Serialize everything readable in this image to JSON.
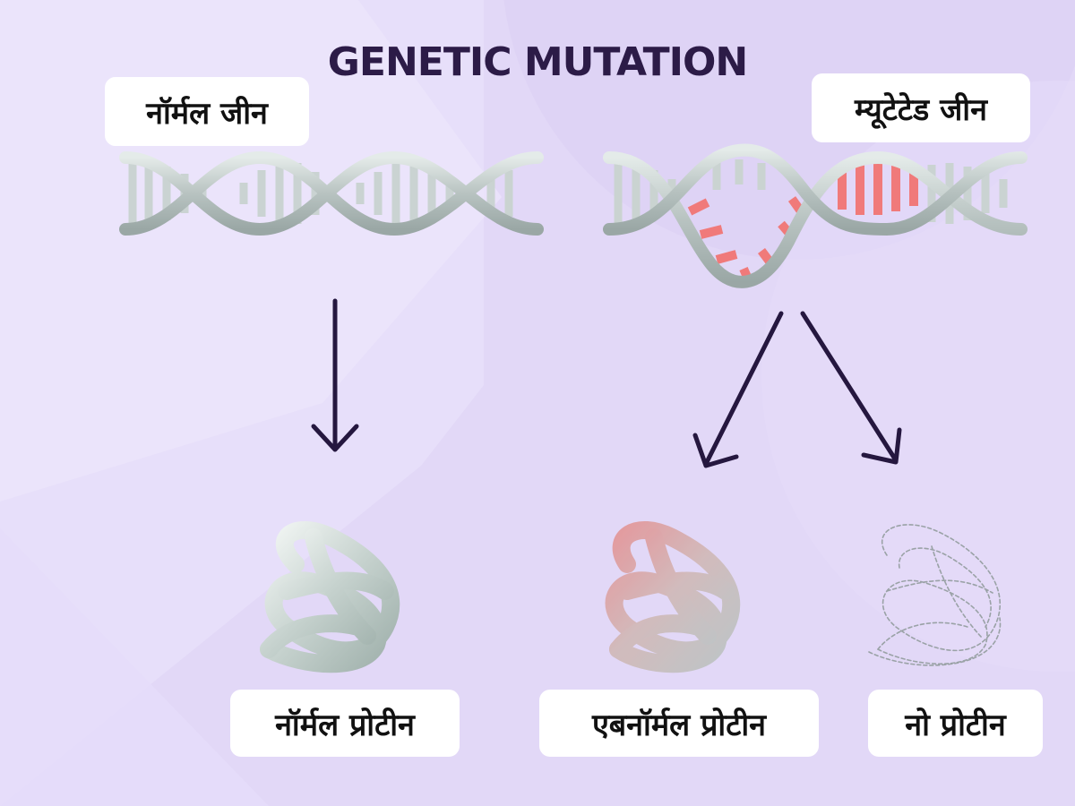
{
  "title": "GENETIC MUTATION",
  "labels": {
    "normal_gene": "नॉर्मल जीन",
    "mutated_gene": "म्यूटेटेड जीन",
    "normal_protein": "नॉर्मल प्रोटीन",
    "abnormal_protein": "एबनॉर्मल प्रोटीन",
    "no_protein": "नो प्रोटीन"
  },
  "colors": {
    "background": "#e2d8f7",
    "title": "#2c1b47",
    "arrow": "#25173f",
    "dna_strand": "#b9c4c2",
    "dna_base": "#d7e0dd",
    "mutated_base": "#f07a7a",
    "protein_normal": "#cdd8d4",
    "protein_abnormal": "#e8a0a0",
    "protein_none": "#9aa2a6"
  },
  "icons": [
    "dna-helix-icon",
    "mutated-dna-helix-icon",
    "arrow-down-icon",
    "protein-normal-icon",
    "protein-abnormal-icon",
    "protein-outline-icon"
  ]
}
